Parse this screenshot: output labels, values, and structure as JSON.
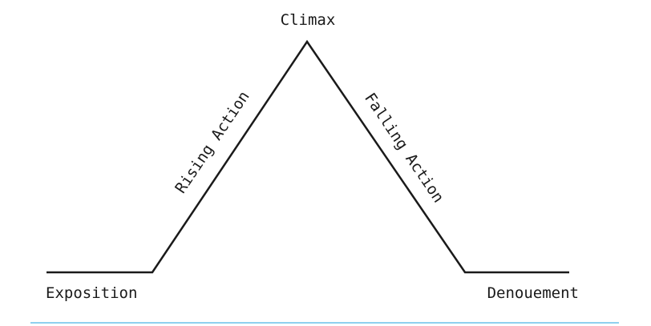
{
  "diagram": {
    "type": "freytag-pyramid",
    "stages": {
      "exposition": "Exposition",
      "rising_action": "Rising Action",
      "climax": "Climax",
      "falling_action": "Falling Action",
      "denouement": "Denouement"
    }
  },
  "colors": {
    "line": "#1a1a1a",
    "text": "#1a1a1a",
    "bottom_rule": "#8fd0ee",
    "background": "#ffffff"
  }
}
